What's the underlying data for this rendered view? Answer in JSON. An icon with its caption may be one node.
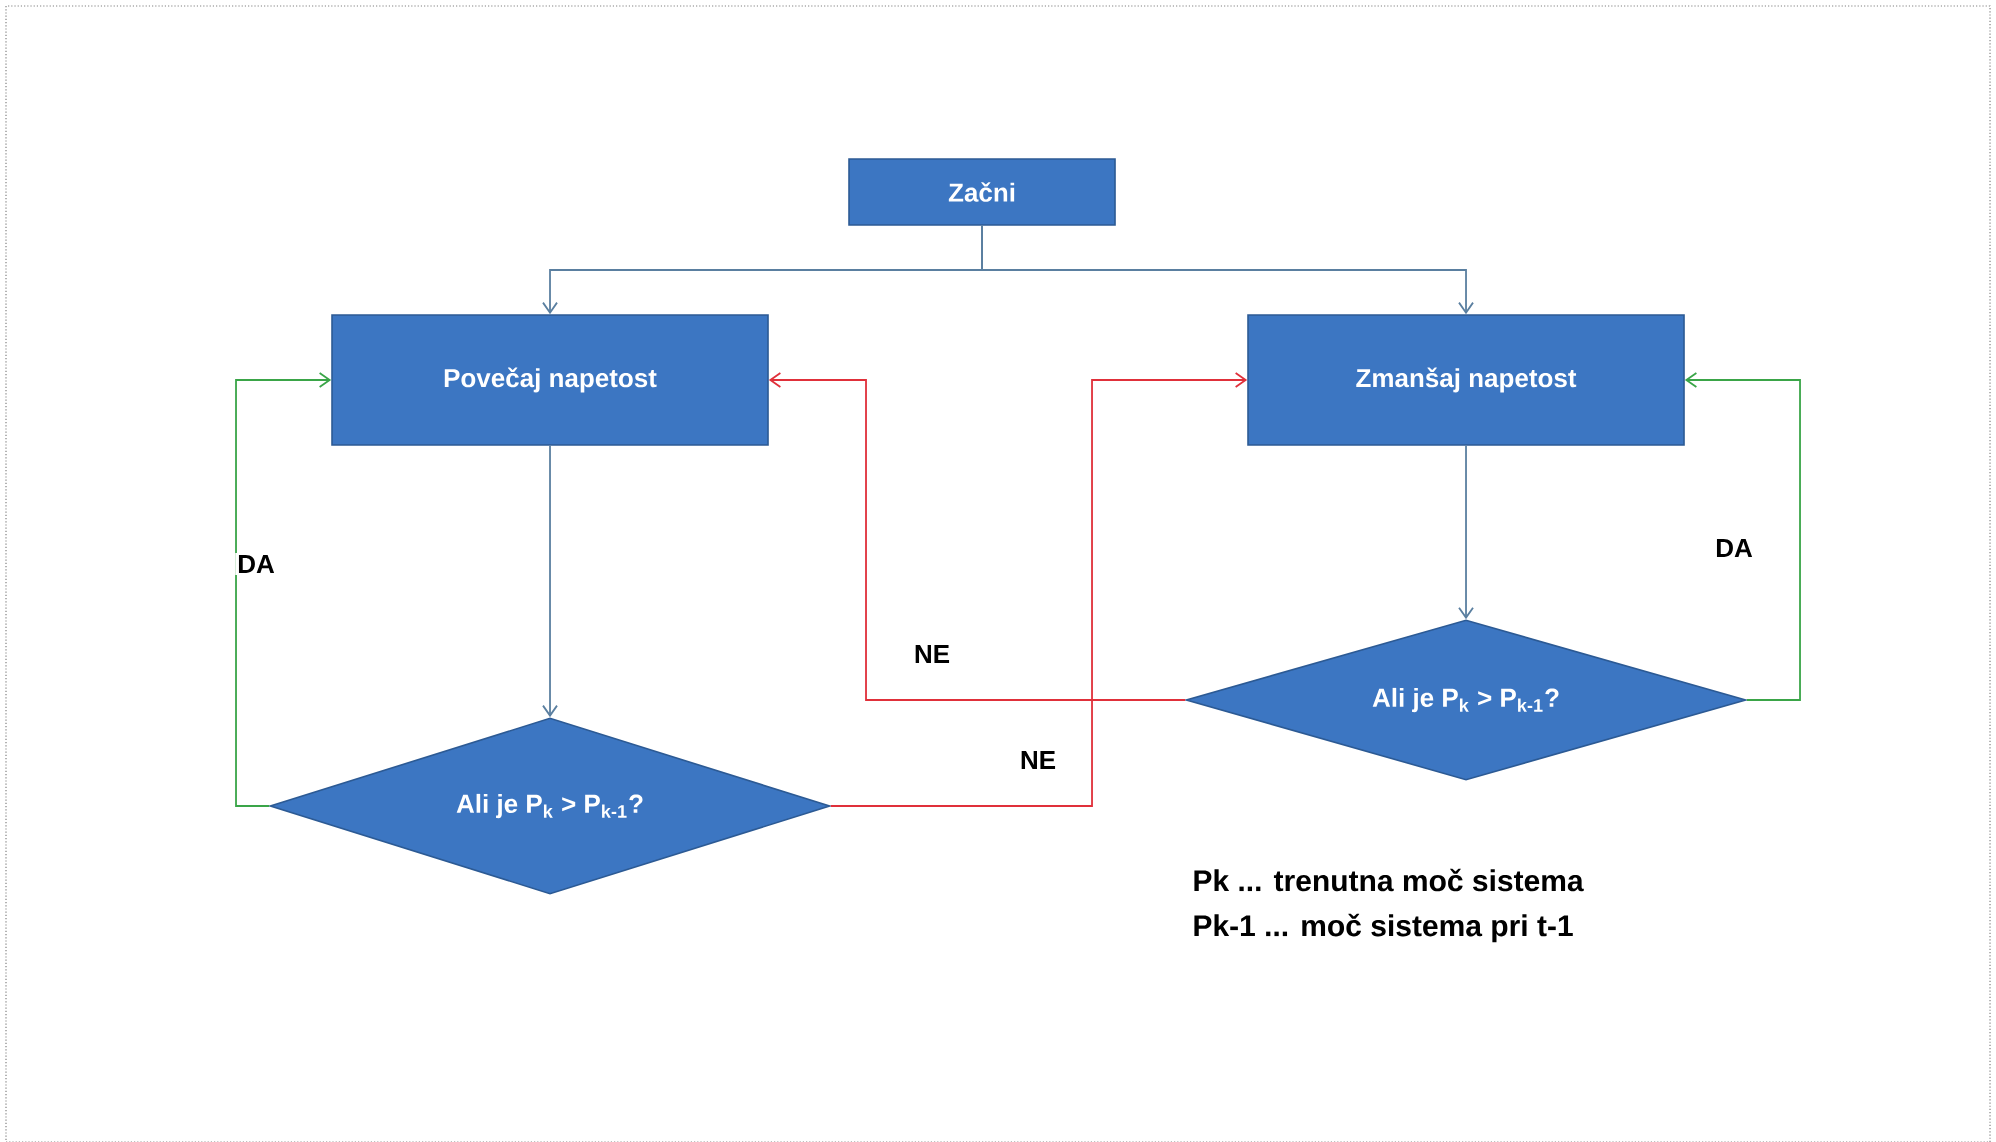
{
  "diagram": {
    "nodes": [
      {
        "text": [
          "Začni"
        ]
      },
      {
        "text": [
          "Povečaj napetost"
        ]
      },
      {
        "text": [
          "Zmanšaj napetost"
        ]
      },
      {
        "text": [
          "Ali je P$_{k}$ > P$_{k-1}$?"
        ]
      },
      {
        "text": [
          "Ali je P$_{k}$ > P$_{k-1}$?"
        ]
      }
    ],
    "edges": [
      {
        "from": 0,
        "to": 1,
        "arrow": "to"
      },
      {
        "from": 0,
        "to": 2,
        "arrow": "to"
      },
      {
        "from": 1,
        "to": 3,
        "arrow": "to"
      },
      {
        "from": 2,
        "to": 4,
        "arrow": "to"
      },
      {
        "from": 3,
        "to": 1,
        "arrow": "to",
        "label": "DA",
        "color": "#3aa548"
      },
      {
        "from": 4,
        "to": 2,
        "arrow": "to",
        "label": "DA",
        "color": "#3aa548"
      },
      {
        "from": 3,
        "to": 2,
        "arrow": "to",
        "label": "NE",
        "color": "#e0303a"
      },
      {
        "from": 4,
        "to": 1,
        "arrow": "to",
        "label": "NE",
        "color": "#e0303a"
      }
    ],
    "labels": [
      "Pk ... trenutna moč sistema",
      "Pk-1 ... moč sistema  pri t-1"
    ]
  }
}
